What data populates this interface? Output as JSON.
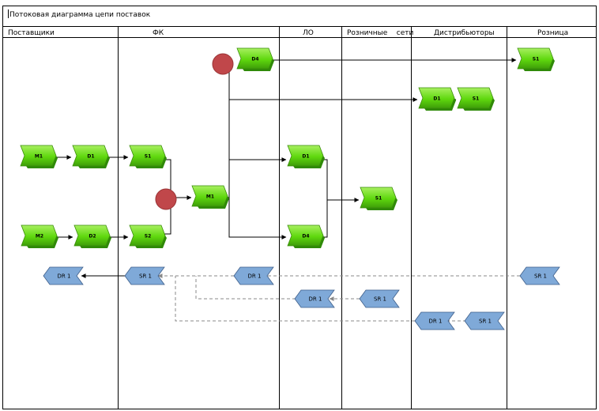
{
  "diagram": {
    "title": "Потоковая диаграмма цепи поставок",
    "lanes": [
      "Поставщики",
      "ФК",
      "ЛО",
      "Розничные    сети",
      "Дистрибьюторы",
      "Розница"
    ],
    "green_steps": {
      "m1_supplier": "M1",
      "d1_supplier": "D1",
      "s1_fc": "S1",
      "m2_supplier": "M2",
      "d2_supplier": "D2",
      "s2_fc": "S2",
      "m1_fc": "M1",
      "d4_top": "D4",
      "s1_retail_top": "S1",
      "d1_distributors": "D1",
      "s1_distributors": "S1",
      "d1_lo": "D1",
      "d4_lo": "D4",
      "s1_retail_chains": "S1"
    },
    "blue_steps": {
      "dr1_suppliers": "DR 1",
      "sr1_fc": "SR 1",
      "dr1_fc_right": "DR 1",
      "sr1_retail": "SR 1",
      "dr1_lo": "DR 1",
      "sr1_retail_chains": "SR 1",
      "dr1_distributors": "DR 1",
      "sr1_distributors": "SR 1"
    },
    "colors": {
      "green_fill": "#66dd11",
      "green_shade": "#2f8a08",
      "blue_fill": "#7fa9d8",
      "blue_stroke": "#3f5f8a",
      "event_fill": "#c0474a"
    }
  }
}
